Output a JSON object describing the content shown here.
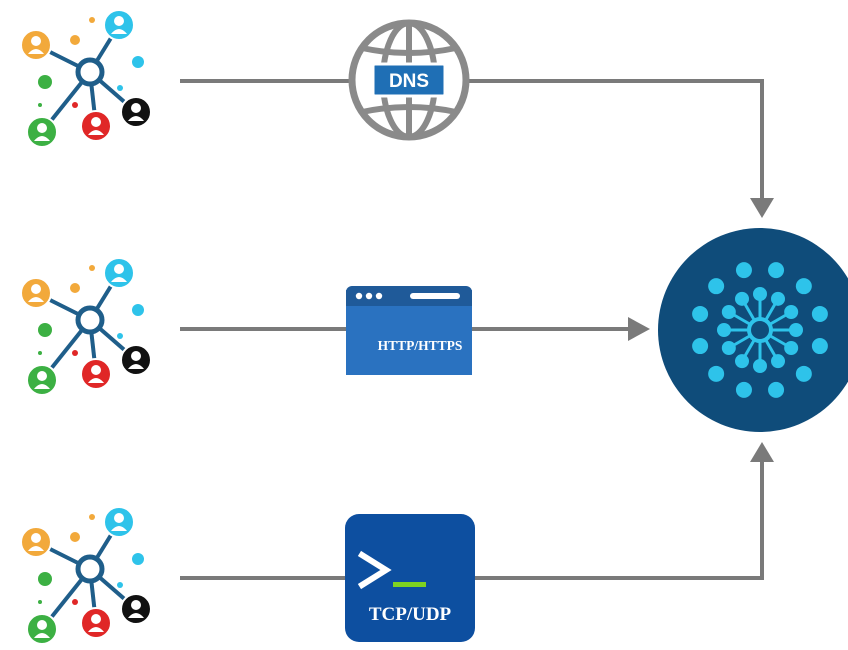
{
  "labels": {
    "dns": "DNS",
    "http": "HTTP/HTTPS",
    "tcp": "TCP/UDP",
    "prompt": ">_"
  },
  "colors": {
    "line": "#7a7a7a",
    "globe": "#8a8a8a",
    "dns_badge": "#1f6fb5",
    "http_box": "#2a72c0",
    "http_bar": "#1f5a99",
    "tcp_box": "#0d4fa0",
    "tcp_cursor": "#7ed321",
    "hub": "#0f4c7a",
    "hub_nodes": "#2ec3ea",
    "user_orange": "#f2a93b",
    "user_cyan": "#2ec3ea",
    "user_green": "#3cb043",
    "user_red": "#e02727",
    "user_black": "#111111",
    "network_lines": "#1f5e8a"
  },
  "rows": [
    {
      "name": "dns-row",
      "protocol": "DNS"
    },
    {
      "name": "http-row",
      "protocol": "HTTP/HTTPS"
    },
    {
      "name": "tcp-row",
      "protocol": "TCP/UDP"
    }
  ]
}
